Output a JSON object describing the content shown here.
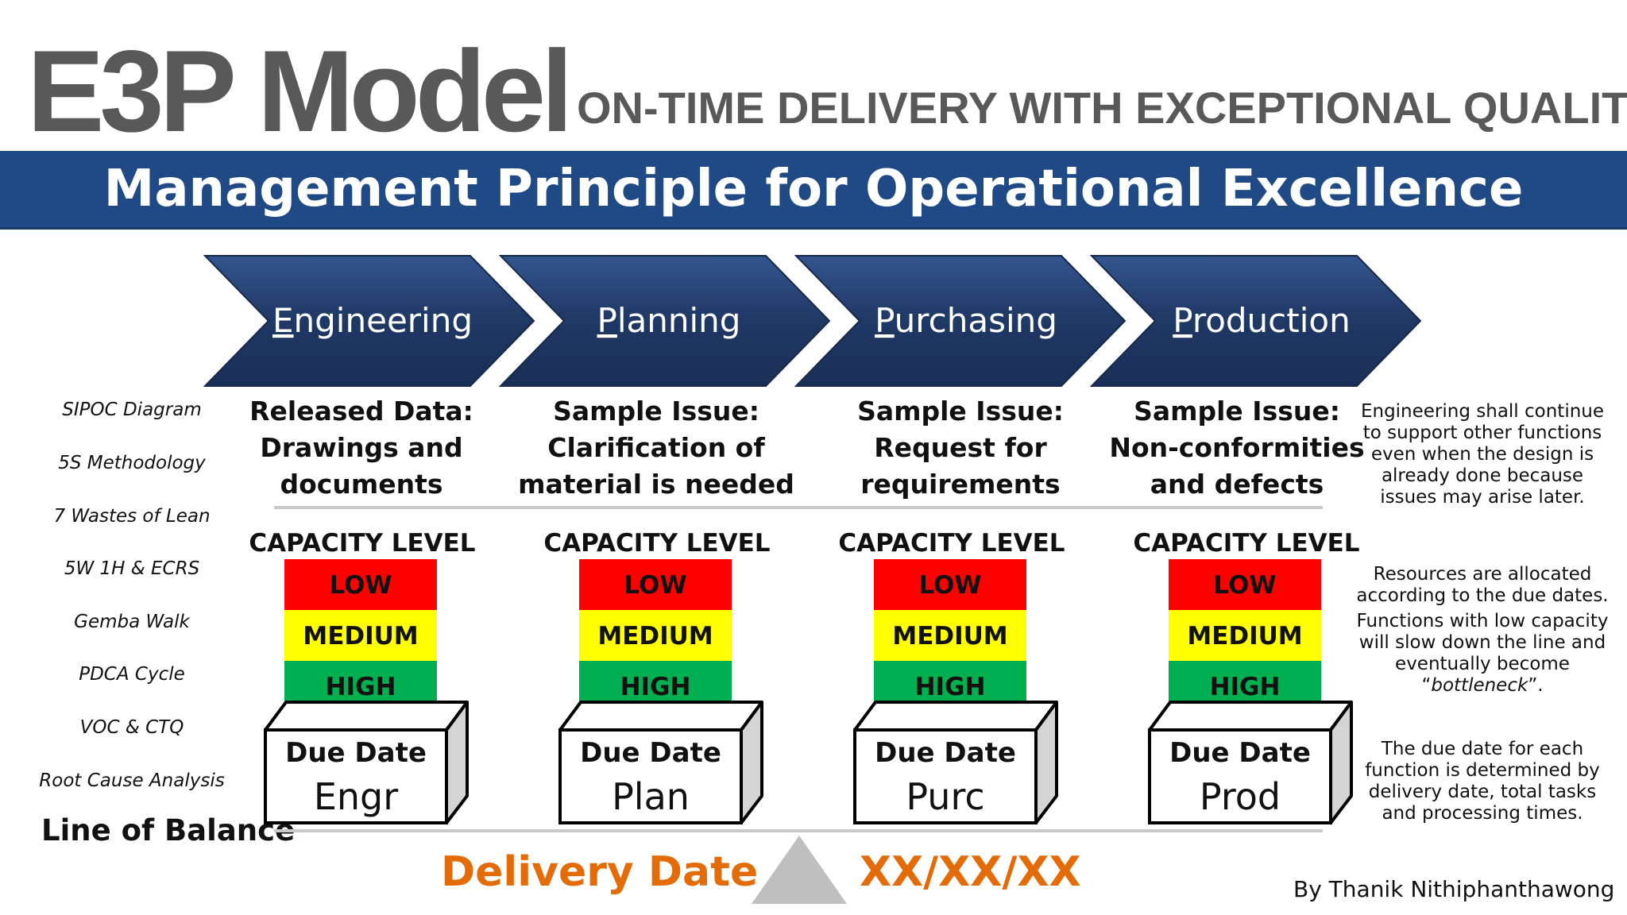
{
  "header": {
    "title": "E3P Model",
    "tagline": "ON-TIME DELIVERY WITH EXCEPTIONAL QUALITY",
    "banner": "Management Principle for Operational Excellence"
  },
  "colors": {
    "banner": "#1f4a86",
    "chevron": "#1f3864",
    "low": "#ff0000",
    "medium": "#ffff00",
    "high": "#00b050",
    "delivery": "#e36c09",
    "title_gray": "#595959"
  },
  "phases": [
    {
      "initial": "E",
      "rest": "ngineering",
      "issue": [
        "Released Data:",
        "Drawings and",
        "documents"
      ],
      "capacity_title": "CAPACITY LEVEL",
      "levels": [
        "LOW",
        "MEDIUM",
        "HIGH"
      ],
      "due_label": "Due Date",
      "due_code": "Engr"
    },
    {
      "initial": "P",
      "rest": "lanning",
      "issue": [
        "Sample Issue:",
        "Clarification of",
        "material is needed"
      ],
      "capacity_title": "CAPACITY LEVEL",
      "levels": [
        "LOW",
        "MEDIUM",
        "HIGH"
      ],
      "due_label": "Due Date",
      "due_code": "Plan"
    },
    {
      "initial": "P",
      "rest": "urchasing",
      "issue": [
        "Sample Issue:",
        "Request for",
        "requirements"
      ],
      "capacity_title": "CAPACITY LEVEL",
      "levels": [
        "LOW",
        "MEDIUM",
        "HIGH"
      ],
      "due_label": "Due Date",
      "due_code": "Purc"
    },
    {
      "initial": "P",
      "rest": "roduction",
      "issue": [
        "Sample Issue:",
        "Non-conformities",
        "and defects"
      ],
      "capacity_title": "CAPACITY LEVEL",
      "levels": [
        "LOW",
        "MEDIUM",
        "HIGH"
      ],
      "due_label": "Due Date",
      "due_code": "Prod"
    }
  ],
  "tools": [
    "SIPOC Diagram",
    "5S Methodology",
    "7 Wastes of Lean",
    "5W 1H & ECRS",
    "Gemba Walk",
    "PDCA Cycle",
    "VOC & CTQ",
    "Root Cause Analysis"
  ],
  "line_of_balance": "Line of Balance",
  "notes": {
    "engineering": "Engineering shall continue to support other functions even when the design is already done because issues may arise later.",
    "resources": "Resources are allocated according to the due dates.",
    "bottleneck_pre": "Functions with low capacity will slow down the line and eventually become “",
    "bottleneck_word": "bottleneck",
    "bottleneck_post": "”.",
    "due_date": "The due date for each function is determined by delivery date, total tasks and processing times."
  },
  "footer": {
    "delivery_label": "Delivery Date",
    "delivery_value": "XX/XX/XX",
    "author": "By Thanik Nithiphanthawong"
  }
}
